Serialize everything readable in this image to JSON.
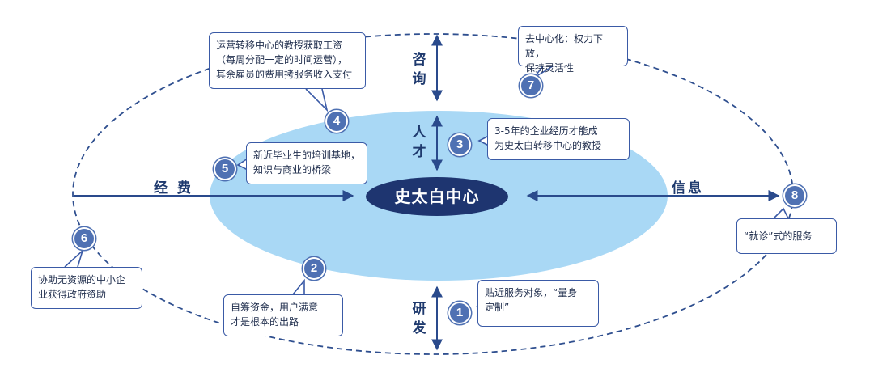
{
  "center": {
    "label": "史太白中心"
  },
  "arrow_labels": {
    "consult": "咨\n询",
    "talent": "人\n才",
    "funding": "经 费",
    "info": "信息",
    "research": "研\n发"
  },
  "notes": [
    {
      "num": "1",
      "text": "贴近服务对象，“量身\n定制”"
    },
    {
      "num": "2",
      "text": "自筹资金，用户满意\n才是根本的出路"
    },
    {
      "num": "3",
      "text": "3-5年的企业经历才能成\n为史太白转移中心的教授"
    },
    {
      "num": "4",
      "text": "运营转移中心的教授获取工资\n（每周分配一定的时间运营），\n其余雇员的费用拷服务收入支付"
    },
    {
      "num": "5",
      "text": "新近毕业生的培训基地，\n知识与商业的桥梁"
    },
    {
      "num": "6",
      "text": "协助无资源的中小企\n业获得政府资助"
    },
    {
      "num": "7",
      "text": "去中心化：权力下放，\n保持灵活性"
    },
    {
      "num": "8",
      "text": "“就诊”式的服务"
    }
  ],
  "colors": {
    "outer_ring": "#2f4f8f",
    "inner_ellipse": "#a9d8f5",
    "center_fill": "#1e3570",
    "arrow": "#2a4a8c",
    "badge": "#4f71b3"
  }
}
